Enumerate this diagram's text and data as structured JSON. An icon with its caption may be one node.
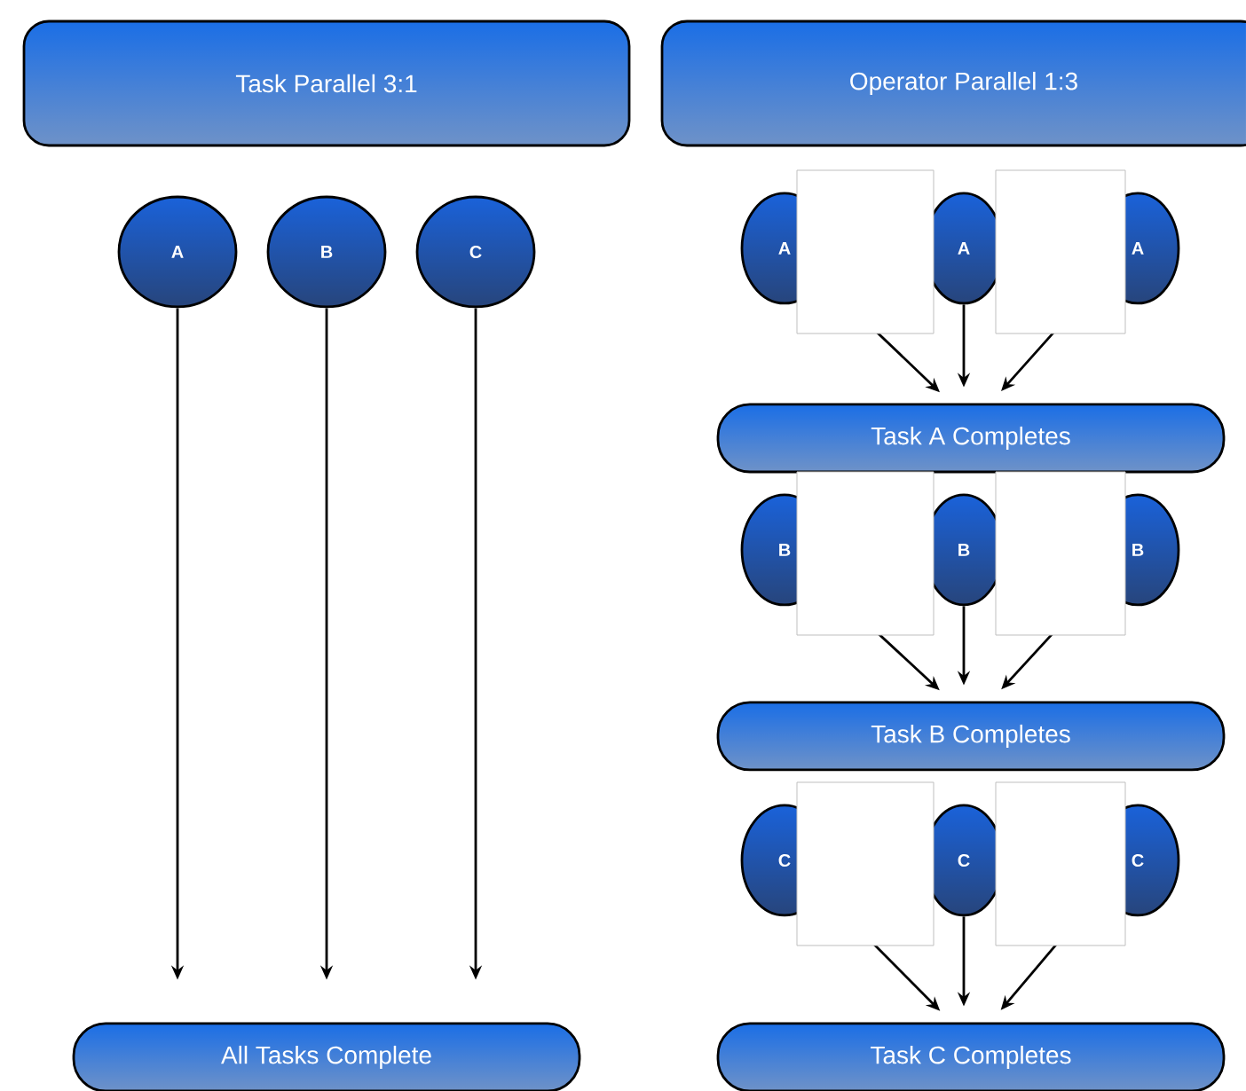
{
  "diagram": {
    "nodes": [
      {
        "text": [
          "Task Parallel 3:1"
        ]
      },
      {
        "text": [
          "Operator Parallel 1:3"
        ]
      },
      {
        "text": [
          "A"
        ]
      },
      {
        "text": [
          "B"
        ]
      },
      {
        "text": [
          "C"
        ]
      },
      {
        "text": [
          "All Tasks Complete"
        ]
      },
      {
        "text": [
          "A"
        ]
      },
      {
        "text": [
          "A"
        ]
      },
      {
        "text": [
          "A"
        ]
      },
      {
        "text": [
          "Task A Completes"
        ]
      },
      {
        "text": [
          "B"
        ]
      },
      {
        "text": [
          "B"
        ]
      },
      {
        "text": [
          "B"
        ]
      },
      {
        "text": [
          "Task B Completes"
        ]
      },
      {
        "text": [
          "C"
        ]
      },
      {
        "text": [
          "C"
        ]
      },
      {
        "text": [
          "C"
        ]
      },
      {
        "text": [
          "Task C Completes"
        ]
      }
    ],
    "edges": [
      {
        "from": 2,
        "to": 5,
        "arrow": "to"
      },
      {
        "from": 3,
        "to": 5,
        "arrow": "to"
      },
      {
        "from": 4,
        "to": 5,
        "arrow": "to"
      },
      {
        "from": 6,
        "to": 9,
        "arrow": "to"
      },
      {
        "from": 7,
        "to": 9,
        "arrow": "to"
      },
      {
        "from": 8,
        "to": 9,
        "arrow": "to"
      },
      {
        "from": 10,
        "to": 13,
        "arrow": "to"
      },
      {
        "from": 11,
        "to": 13,
        "arrow": "to"
      },
      {
        "from": 12,
        "to": 13,
        "arrow": "to"
      },
      {
        "from": 14,
        "to": 17,
        "arrow": "to"
      },
      {
        "from": 15,
        "to": 17,
        "arrow": "to"
      },
      {
        "from": 16,
        "to": 17,
        "arrow": "to"
      }
    ]
  }
}
